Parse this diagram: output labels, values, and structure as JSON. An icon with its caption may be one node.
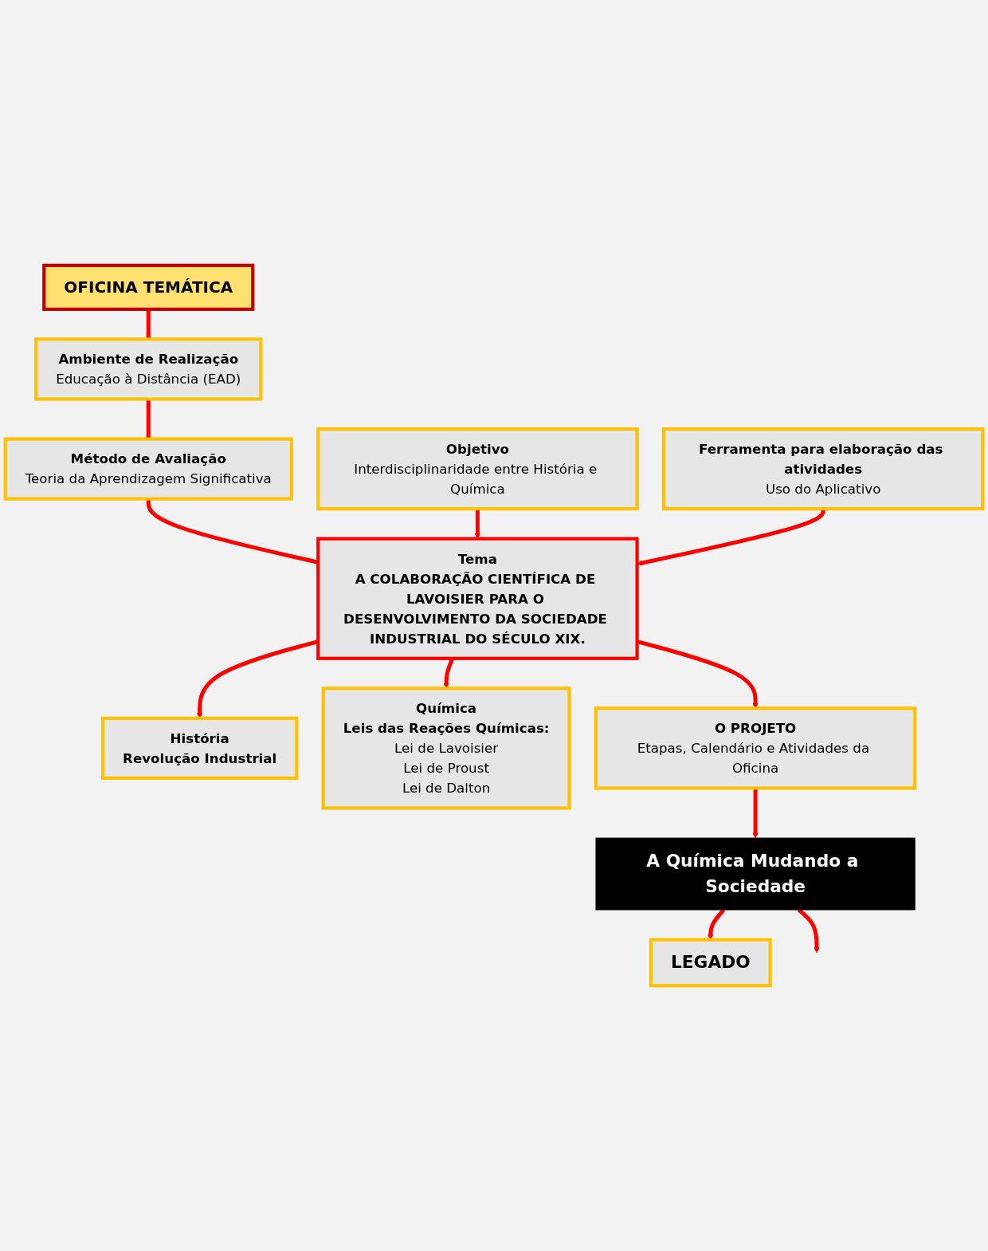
{
  "diagram": {
    "nodes": [
      {
        "text": [
          "OFICINA TEMÁTICA"
        ]
      },
      {
        "text": [
          "Ambiente de Realização",
          "Educação à Distância (EAD)"
        ]
      },
      {
        "text": [
          "Método de Avaliação",
          "Teoria da Aprendizagem Significativa"
        ]
      },
      {
        "text": [
          "Objetivo",
          "Interdisciplinaridade entre História e Química"
        ]
      },
      {
        "text": [
          "Ferramenta para elaboração das atividades",
          "Uso do Aplicativo"
        ]
      },
      {
        "text": [
          "Tema",
          "A COLABORAÇÃO CIENTÍFICA DE LAVOISIER PARA O DESENVOLVIMENTO DA SOCIEDADE INDUSTRIAL DO SÉCULO XIX."
        ]
      },
      {
        "text": [
          "História",
          "Revolução Industrial"
        ]
      },
      {
        "text": [
          "Química",
          "Leis das Reações Químicas:",
          "Lei de Lavoisier",
          "Lei de Proust",
          "Lei de Dalton"
        ]
      },
      {
        "text": [
          "O PROJETO",
          "Etapas, Calendário e Atividades da Oficina"
        ]
      },
      {
        "text": [
          "A Química Mudando a Sociedade"
        ]
      },
      {
        "text": [
          "LEGADO"
        ]
      }
    ],
    "edges": [
      {
        "from": 0,
        "to": 1,
        "arrow": "none"
      },
      {
        "from": 1,
        "to": 2,
        "arrow": "none"
      },
      {
        "from": 2,
        "to": 5,
        "arrow": "none"
      },
      {
        "from": 3,
        "to": 5,
        "arrow": "to"
      },
      {
        "from": 4,
        "to": 5,
        "arrow": "to"
      },
      {
        "from": 5,
        "to": 6,
        "arrow": "to"
      },
      {
        "from": 5,
        "to": 7,
        "arrow": "to"
      },
      {
        "from": 5,
        "to": 8,
        "arrow": "to"
      },
      {
        "from": 8,
        "to": 9,
        "arrow": "to"
      },
      {
        "from": 9,
        "to": 10,
        "arrow": "to"
      },
      {
        "from": 9,
        "to": null,
        "arrow": "to"
      }
    ]
  }
}
